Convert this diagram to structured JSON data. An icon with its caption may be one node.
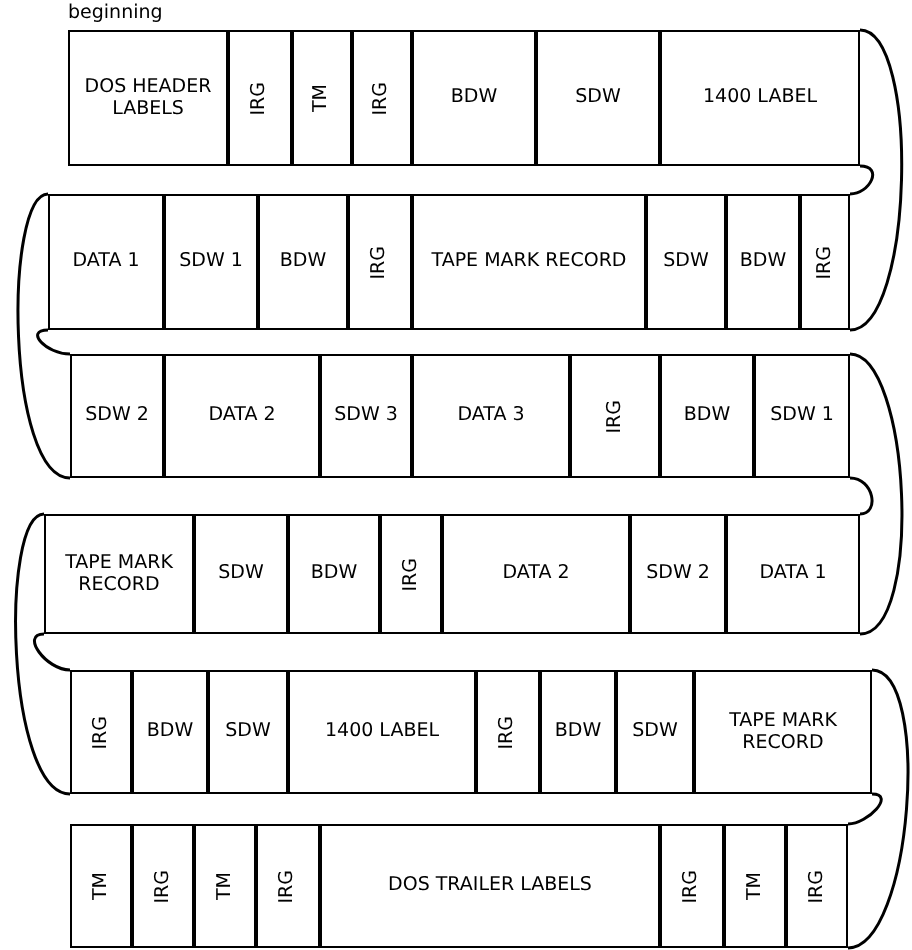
{
  "diagram": {
    "nodes": [
      {
        "text": [
          "DOS HEADER LABELS"
        ]
      },
      {
        "text": [
          "IRG"
        ]
      },
      {
        "text": [
          "TM"
        ]
      },
      {
        "text": [
          "IRG"
        ]
      },
      {
        "text": [
          "BDW"
        ]
      },
      {
        "text": [
          "SDW"
        ]
      },
      {
        "text": [
          "1400 LABEL"
        ]
      },
      {
        "text": [
          "DATA 1"
        ]
      },
      {
        "text": [
          "SDW 1"
        ]
      },
      {
        "text": [
          "BDW"
        ]
      },
      {
        "text": [
          "IRG"
        ]
      },
      {
        "text": [
          "TAPE MARK RECORD"
        ]
      },
      {
        "text": [
          "SDW"
        ]
      },
      {
        "text": [
          "BDW"
        ]
      },
      {
        "text": [
          "IRG"
        ]
      },
      {
        "text": [
          "SDW 2"
        ]
      },
      {
        "text": [
          "DATA 2"
        ]
      },
      {
        "text": [
          "SDW 3"
        ]
      },
      {
        "text": [
          "DATA 3"
        ]
      },
      {
        "text": [
          "IRG"
        ]
      },
      {
        "text": [
          "BDW"
        ]
      },
      {
        "text": [
          "SDW 1"
        ]
      },
      {
        "text": [
          "TAPE MARK RECORD"
        ]
      },
      {
        "text": [
          "SDW"
        ]
      },
      {
        "text": [
          "BDW"
        ]
      },
      {
        "text": [
          "IRG"
        ]
      },
      {
        "text": [
          "DATA 2"
        ]
      },
      {
        "text": [
          "SDW 2"
        ]
      },
      {
        "text": [
          "DATA 1"
        ]
      },
      {
        "text": [
          "IRG"
        ]
      },
      {
        "text": [
          "BDW"
        ]
      },
      {
        "text": [
          "SDW"
        ]
      },
      {
        "text": [
          "1400 LABEL"
        ]
      },
      {
        "text": [
          "IRG"
        ]
      },
      {
        "text": [
          "BDW"
        ]
      },
      {
        "text": [
          "SDW"
        ]
      },
      {
        "text": [
          "TAPE MARK RECORD"
        ]
      },
      {
        "text": [
          "TM"
        ]
      },
      {
        "text": [
          "IRG"
        ]
      },
      {
        "text": [
          "TM"
        ]
      },
      {
        "text": [
          "IRG"
        ]
      },
      {
        "text": [
          "DOS TRAILER LABELS"
        ]
      },
      {
        "text": [
          "IRG"
        ]
      },
      {
        "text": [
          "TM"
        ]
      },
      {
        "text": [
          "IRG"
        ]
      }
    ],
    "labels": [
      "beginning"
    ]
  }
}
